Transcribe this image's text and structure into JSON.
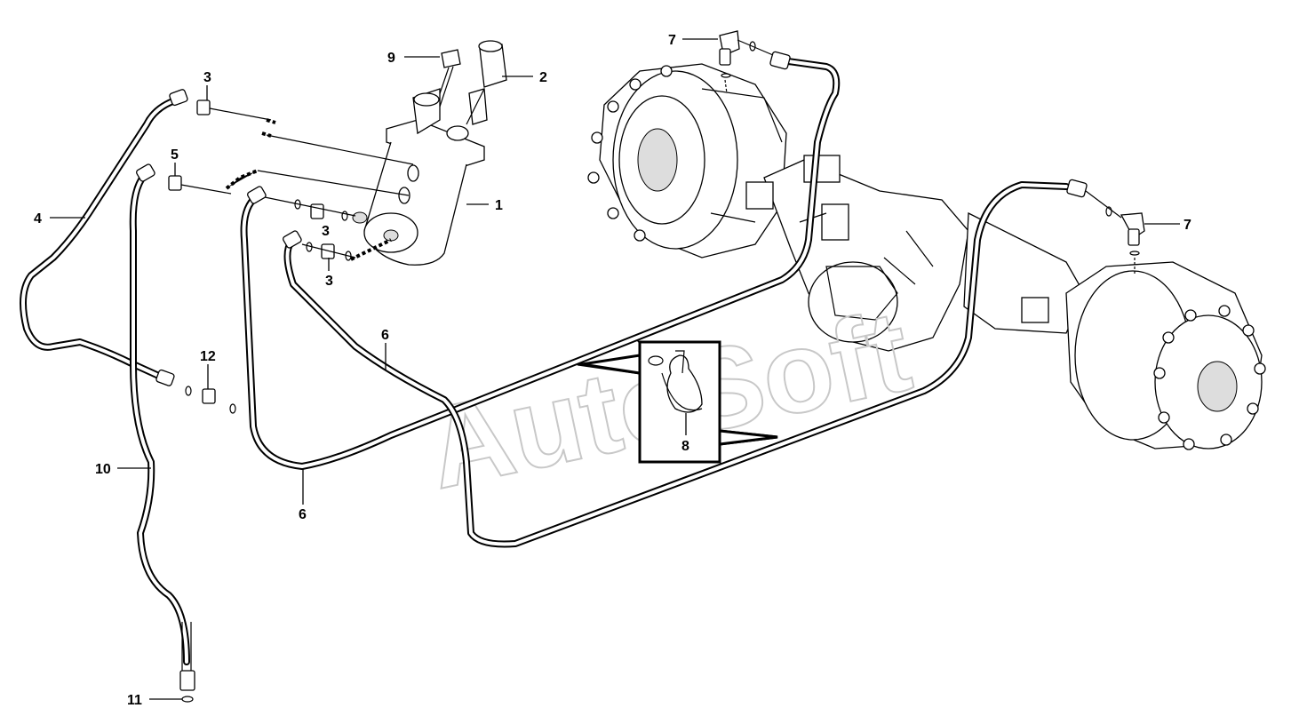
{
  "watermark": "AutoSoft",
  "callouts": {
    "c1": "1",
    "c2": "2",
    "c3a": "3",
    "c3b": "3",
    "c3c": "3",
    "c4": "4",
    "c5": "5",
    "c6a": "6",
    "c6b": "6",
    "c7a": "7",
    "c7b": "7",
    "c8": "8",
    "c9": "9",
    "c10": "10",
    "c11": "11",
    "c12": "12"
  },
  "parts": [
    {
      "ref": "1",
      "name": "reservoir"
    },
    {
      "ref": "2",
      "name": "filler-cap"
    },
    {
      "ref": "3",
      "name": "nipple"
    },
    {
      "ref": "4",
      "name": "hose"
    },
    {
      "ref": "5",
      "name": "nipple"
    },
    {
      "ref": "6",
      "name": "hose"
    },
    {
      "ref": "7",
      "name": "elbow-fitting"
    },
    {
      "ref": "8",
      "name": "cable-tie"
    },
    {
      "ref": "9",
      "name": "screw"
    },
    {
      "ref": "10",
      "name": "hose"
    },
    {
      "ref": "11",
      "name": "seal-washer"
    },
    {
      "ref": "12",
      "name": "nipple"
    }
  ]
}
